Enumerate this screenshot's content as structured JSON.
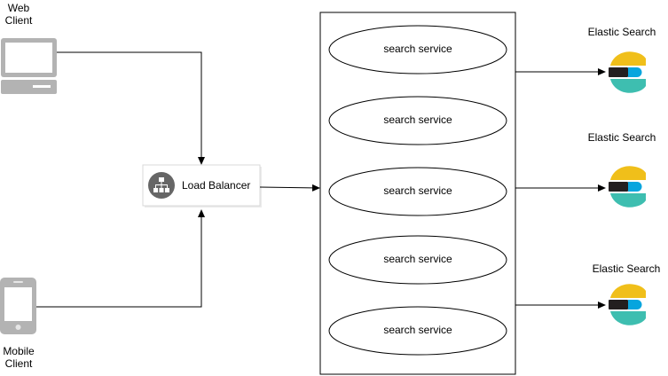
{
  "clients": {
    "web": {
      "line1": "Web",
      "line2": "Client"
    },
    "mobile": {
      "line1": "Mobile",
      "line2": "Client"
    }
  },
  "load_balancer": {
    "label": "Load Balancer"
  },
  "services": [
    {
      "label": "search service"
    },
    {
      "label": "search service"
    },
    {
      "label": "search service"
    },
    {
      "label": "search service"
    },
    {
      "label": "search service"
    }
  ],
  "elastic_nodes": [
    {
      "label": "Elastic Search"
    },
    {
      "label": "Elastic Search"
    },
    {
      "label": "Elastic Search"
    }
  ],
  "colors": {
    "line": "#000000",
    "device_gray": "#b3b3b3",
    "device_light": "#e6e6e6",
    "lb_circle": "#666666",
    "es_yellow": "#f0bf1a",
    "es_dark": "#231f20",
    "es_blue": "#07a5de",
    "es_teal": "#3ebeb0"
  },
  "icons": {
    "web_client": "desktop-computer-icon",
    "mobile_client": "mobile-phone-icon",
    "load_balancer": "sitemap-icon",
    "elastic_search": "elasticsearch-logo-icon"
  }
}
